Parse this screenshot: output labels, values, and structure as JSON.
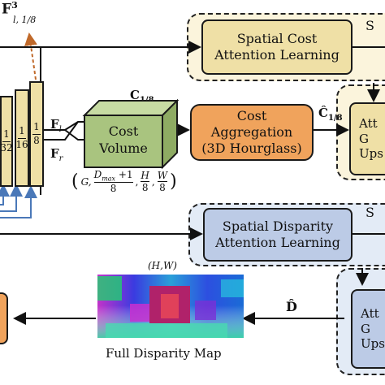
{
  "top_right_fragment": "S",
  "feature_label": {
    "main": "F",
    "sup": "3",
    "sub": "l, 1/8"
  },
  "bars": [
    {
      "num": "1",
      "den": "32"
    },
    {
      "num": "1",
      "den": "16"
    },
    {
      "num": "1",
      "den": "8"
    }
  ],
  "spatial_cost": {
    "line1": "Spatial Cost",
    "line2": "Attention  Learning"
  },
  "c18": {
    "main": "C",
    "sub": "1/8"
  },
  "fl": {
    "main": "F",
    "sub": "l"
  },
  "fr": {
    "main": "F",
    "sub": "r"
  },
  "cost_volume": {
    "line1": "Cost",
    "line2": "Volume"
  },
  "cv_dims": {
    "g": "G,",
    "f1_num": "D",
    "f1_num_sub": "max",
    "f1_num_rest": " +1",
    "f1_den": "8",
    "f2_num": "H",
    "f2_den": "8",
    "f3_num": "W",
    "f3_den": "8"
  },
  "cost_agg": {
    "line1": "Cost",
    "line2": "Aggregation",
    "line3": "(3D Hourglass)"
  },
  "chat18": {
    "main": "Ĉ",
    "sub": "1/8"
  },
  "right_box_top": {
    "line1": "Att",
    "line2": "G",
    "line3": "Ups"
  },
  "spatial_disp_fragment": "S",
  "spatial_disp": {
    "line1": "Spatial Disparity",
    "line2": "Attention  Learning"
  },
  "hw_label": "(H,W)",
  "dhat": "D̂",
  "right_box_bottom": {
    "line1": "Att",
    "line2": "G",
    "line3": "Ups"
  },
  "caption": "Full Disparity Map",
  "colors": {
    "yellow": "#efe0a6",
    "green": "#a9c47f",
    "orange": "#f0a35c",
    "blue": "#bccbe6",
    "blue_light": "#e3ebf6",
    "yellow_light": "#fbf4dc"
  }
}
